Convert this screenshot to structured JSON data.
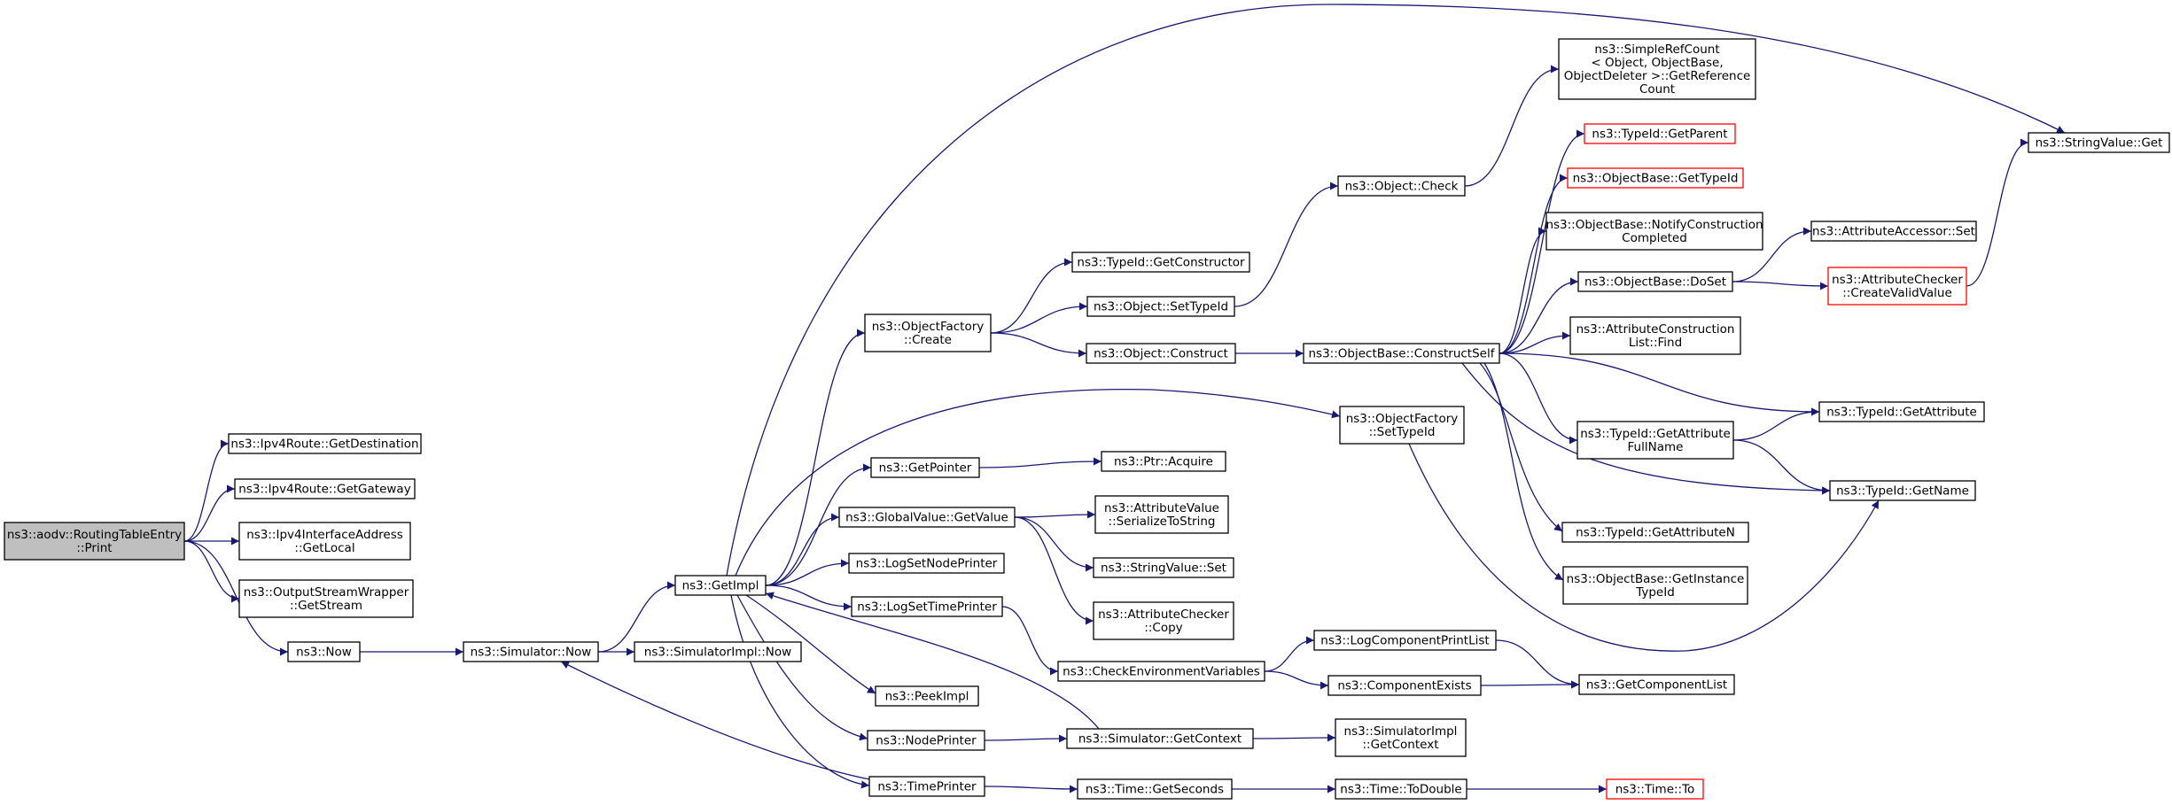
{
  "colors": {
    "edge": "#191970",
    "node_border": "#000000",
    "node_fill": "#ffffff",
    "root_fill": "#bfbfbf",
    "undocumented_border": "#ff0000"
  },
  "nodes": [
    {
      "id": "root",
      "lines": [
        "ns3::aodv::RoutingTableEntry",
        "::Print"
      ],
      "style": "root"
    },
    {
      "id": "ipv4_getdest",
      "lines": [
        "ns3::Ipv4Route::GetDestination"
      ],
      "style": "normal"
    },
    {
      "id": "ipv4_getgw",
      "lines": [
        "ns3::Ipv4Route::GetGateway"
      ],
      "style": "normal"
    },
    {
      "id": "ipv4if_getlocal",
      "lines": [
        "ns3::Ipv4InterfaceAddress",
        "::GetLocal"
      ],
      "style": "normal"
    },
    {
      "id": "osw_getstream",
      "lines": [
        "ns3::OutputStreamWrapper",
        "::GetStream"
      ],
      "style": "normal"
    },
    {
      "id": "now",
      "lines": [
        "ns3::Now"
      ],
      "style": "normal"
    },
    {
      "id": "sim_now",
      "lines": [
        "ns3::Simulator::Now"
      ],
      "style": "normal"
    },
    {
      "id": "simimpl_now",
      "lines": [
        "ns3::SimulatorImpl::Now"
      ],
      "style": "normal"
    },
    {
      "id": "getimpl",
      "lines": [
        "ns3::GetImpl"
      ],
      "style": "normal"
    },
    {
      "id": "of_create",
      "lines": [
        "ns3::ObjectFactory",
        "::Create"
      ],
      "style": "normal"
    },
    {
      "id": "getpointer",
      "lines": [
        "ns3::GetPointer"
      ],
      "style": "normal"
    },
    {
      "id": "gv_getvalue",
      "lines": [
        "ns3::GlobalValue::GetValue"
      ],
      "style": "normal"
    },
    {
      "id": "logsetnode",
      "lines": [
        "ns3::LogSetNodePrinter"
      ],
      "style": "normal"
    },
    {
      "id": "logsettime",
      "lines": [
        "ns3::LogSetTimePrinter"
      ],
      "style": "normal"
    },
    {
      "id": "peekimpl",
      "lines": [
        "ns3::PeekImpl"
      ],
      "style": "normal"
    },
    {
      "id": "nodeprinter",
      "lines": [
        "ns3::NodePrinter"
      ],
      "style": "normal"
    },
    {
      "id": "timeprinter",
      "lines": [
        "ns3::TimePrinter"
      ],
      "style": "normal"
    },
    {
      "id": "tid_getctor",
      "lines": [
        "ns3::TypeId::GetConstructor"
      ],
      "style": "normal"
    },
    {
      "id": "obj_settypeid",
      "lines": [
        "ns3::Object::SetTypeId"
      ],
      "style": "normal"
    },
    {
      "id": "obj_construct",
      "lines": [
        "ns3::Object::Construct"
      ],
      "style": "normal"
    },
    {
      "id": "ptr_acquire",
      "lines": [
        "ns3::Ptr::Acquire"
      ],
      "style": "normal"
    },
    {
      "id": "av_serialize",
      "lines": [
        "ns3::AttributeValue",
        "::SerializeToString"
      ],
      "style": "normal"
    },
    {
      "id": "sv_set",
      "lines": [
        "ns3::StringValue::Set"
      ],
      "style": "normal"
    },
    {
      "id": "ac_copy",
      "lines": [
        "ns3::AttributeChecker",
        "::Copy"
      ],
      "style": "normal"
    },
    {
      "id": "checkenv",
      "lines": [
        "ns3::CheckEnvironmentVariables"
      ],
      "style": "normal"
    },
    {
      "id": "sim_getcontext",
      "lines": [
        "ns3::Simulator::GetContext"
      ],
      "style": "normal"
    },
    {
      "id": "time_getseconds",
      "lines": [
        "ns3::Time::GetSeconds"
      ],
      "style": "normal"
    },
    {
      "id": "obj_check",
      "lines": [
        "ns3::Object::Check"
      ],
      "style": "normal"
    },
    {
      "id": "ob_constructself",
      "lines": [
        "ns3::ObjectBase::ConstructSelf"
      ],
      "style": "normal"
    },
    {
      "id": "of_settypeid",
      "lines": [
        "ns3::ObjectFactory",
        "::SetTypeId"
      ],
      "style": "normal"
    },
    {
      "id": "logcomp_printlist",
      "lines": [
        "ns3::LogComponentPrintList"
      ],
      "style": "normal"
    },
    {
      "id": "compexists",
      "lines": [
        "ns3::ComponentExists"
      ],
      "style": "normal"
    },
    {
      "id": "simimpl_getcontext",
      "lines": [
        "ns3::SimulatorImpl",
        "::GetContext"
      ],
      "style": "normal"
    },
    {
      "id": "time_todouble",
      "lines": [
        "ns3::Time::ToDouble"
      ],
      "style": "normal"
    },
    {
      "id": "simplerefcount",
      "lines": [
        "ns3::SimpleRefCount",
        "< Object, ObjectBase,",
        "ObjectDeleter >::GetReference",
        "Count"
      ],
      "style": "normal"
    },
    {
      "id": "tid_getparent",
      "lines": [
        "ns3::TypeId::GetParent"
      ],
      "style": "undocumented"
    },
    {
      "id": "ob_gettypeid",
      "lines": [
        "ns3::ObjectBase::GetTypeId"
      ],
      "style": "undocumented"
    },
    {
      "id": "ob_notify",
      "lines": [
        "ns3::ObjectBase::NotifyConstruction",
        "Completed"
      ],
      "style": "normal"
    },
    {
      "id": "ob_doset",
      "lines": [
        "ns3::ObjectBase::DoSet"
      ],
      "style": "normal"
    },
    {
      "id": "acl_find",
      "lines": [
        "ns3::AttributeConstruction",
        "List::Find"
      ],
      "style": "normal"
    },
    {
      "id": "tid_getattrfull",
      "lines": [
        "ns3::TypeId::GetAttribute",
        "FullName"
      ],
      "style": "normal"
    },
    {
      "id": "tid_getattrn",
      "lines": [
        "ns3::TypeId::GetAttributeN"
      ],
      "style": "normal"
    },
    {
      "id": "ob_getinstance",
      "lines": [
        "ns3::ObjectBase::GetInstance",
        "TypeId"
      ],
      "style": "normal"
    },
    {
      "id": "getcomplist",
      "lines": [
        "ns3::GetComponentList"
      ],
      "style": "normal"
    },
    {
      "id": "time_to",
      "lines": [
        "ns3::Time::To"
      ],
      "style": "undocumented"
    },
    {
      "id": "sv_get",
      "lines": [
        "ns3::StringValue::Get"
      ],
      "style": "normal"
    },
    {
      "id": "aa_set",
      "lines": [
        "ns3::AttributeAccessor::Set"
      ],
      "style": "normal"
    },
    {
      "id": "ac_createvalid",
      "lines": [
        "ns3::AttributeChecker",
        "::CreateValidValue"
      ],
      "style": "undocumented"
    },
    {
      "id": "tid_getattr",
      "lines": [
        "ns3::TypeId::GetAttribute"
      ],
      "style": "normal"
    },
    {
      "id": "tid_getname",
      "lines": [
        "ns3::TypeId::GetName"
      ],
      "style": "normal"
    }
  ],
  "edges": [
    [
      "root",
      "ipv4_getdest"
    ],
    [
      "root",
      "ipv4_getgw"
    ],
    [
      "root",
      "ipv4if_getlocal"
    ],
    [
      "root",
      "osw_getstream"
    ],
    [
      "root",
      "now"
    ],
    [
      "now",
      "sim_now"
    ],
    [
      "sim_now",
      "simimpl_now"
    ],
    [
      "sim_now",
      "getimpl"
    ],
    [
      "getimpl",
      "of_create"
    ],
    [
      "getimpl",
      "getpointer"
    ],
    [
      "getimpl",
      "gv_getvalue"
    ],
    [
      "getimpl",
      "logsetnode"
    ],
    [
      "getimpl",
      "logsettime"
    ],
    [
      "getimpl",
      "peekimpl"
    ],
    [
      "getimpl",
      "nodeprinter"
    ],
    [
      "getimpl",
      "timeprinter"
    ],
    [
      "getimpl",
      "of_settypeid"
    ],
    [
      "getimpl",
      "sv_get"
    ],
    [
      "of_create",
      "tid_getctor"
    ],
    [
      "of_create",
      "obj_settypeid"
    ],
    [
      "of_create",
      "obj_construct"
    ],
    [
      "obj_settypeid",
      "obj_check"
    ],
    [
      "obj_check",
      "simplerefcount"
    ],
    [
      "obj_construct",
      "ob_constructself"
    ],
    [
      "ob_constructself",
      "tid_getparent"
    ],
    [
      "ob_constructself",
      "ob_gettypeid"
    ],
    [
      "ob_constructself",
      "ob_notify"
    ],
    [
      "ob_constructself",
      "ob_doset"
    ],
    [
      "ob_constructself",
      "acl_find"
    ],
    [
      "ob_constructself",
      "tid_getattr"
    ],
    [
      "ob_constructself",
      "tid_getattrfull"
    ],
    [
      "ob_constructself",
      "tid_getname"
    ],
    [
      "ob_constructself",
      "tid_getattrn"
    ],
    [
      "ob_constructself",
      "ob_getinstance"
    ],
    [
      "ob_doset",
      "aa_set"
    ],
    [
      "ob_doset",
      "ac_createvalid"
    ],
    [
      "ac_createvalid",
      "sv_get"
    ],
    [
      "tid_getattrfull",
      "tid_getattr"
    ],
    [
      "tid_getattrfull",
      "tid_getname"
    ],
    [
      "of_settypeid",
      "tid_getname"
    ],
    [
      "getpointer",
      "ptr_acquire"
    ],
    [
      "gv_getvalue",
      "av_serialize"
    ],
    [
      "gv_getvalue",
      "sv_set"
    ],
    [
      "gv_getvalue",
      "ac_copy"
    ],
    [
      "logsettime",
      "checkenv"
    ],
    [
      "checkenv",
      "logcomp_printlist"
    ],
    [
      "checkenv",
      "compexists"
    ],
    [
      "logcomp_printlist",
      "getcomplist"
    ],
    [
      "compexists",
      "getcomplist"
    ],
    [
      "nodeprinter",
      "sim_getcontext"
    ],
    [
      "sim_getcontext",
      "getimpl"
    ],
    [
      "sim_getcontext",
      "simimpl_getcontext"
    ],
    [
      "timeprinter",
      "time_getseconds"
    ],
    [
      "timeprinter",
      "sim_now"
    ],
    [
      "time_getseconds",
      "time_todouble"
    ],
    [
      "time_todouble",
      "time_to"
    ]
  ]
}
